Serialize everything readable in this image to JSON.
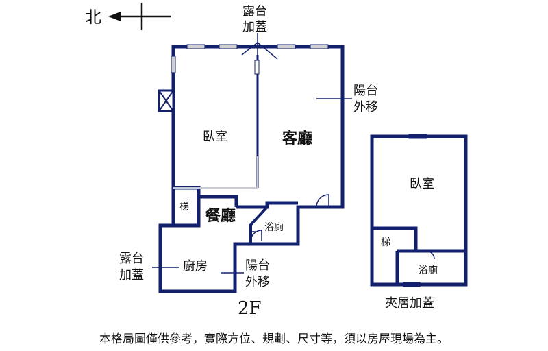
{
  "compass": {
    "label": "北"
  },
  "top_note": {
    "line1": "露台",
    "line2": "加蓋"
  },
  "right_note": {
    "line1": "陽台",
    "line2": "外移"
  },
  "left_note": {
    "line1": "露台",
    "line2": "加蓋"
  },
  "bottom_note": {
    "line1": "陽台",
    "line2": "外移"
  },
  "rooms_main": {
    "bedroom": "臥室",
    "living": "客廳",
    "stairs": "梯",
    "dining": "餐廳",
    "bathroom": "浴廁",
    "kitchen": "廚房"
  },
  "floor_label": "2F",
  "mezzanine": {
    "bedroom": "臥室",
    "stairs": "梯",
    "bathroom": "浴廁",
    "caption": "夾層加蓋"
  },
  "disclaimer": "本格局圖僅供參考，實際方位、規劃、尺寸等，須以房屋現場為主。",
  "colors": {
    "wall": "#13206b",
    "line": "#111111",
    "window": "#c8c8c8"
  }
}
